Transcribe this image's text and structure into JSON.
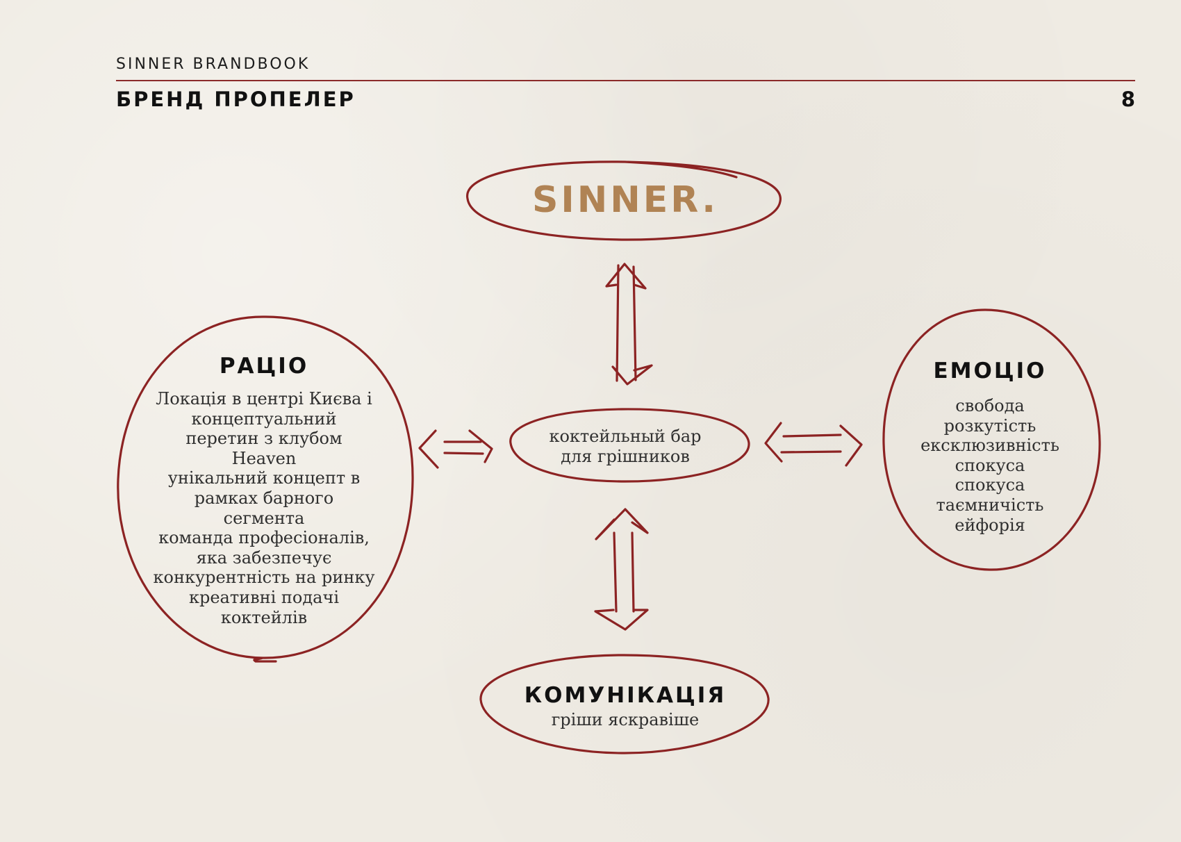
{
  "header": {
    "brand": "SINNER BRANDBOOK",
    "title": "БРЕНД ПРОПЕЛЕР",
    "page_number": "8"
  },
  "diagram": {
    "brand": {
      "name": "SINNER."
    },
    "center": {
      "lines": [
        "коктейльный бар",
        "для грішников"
      ]
    },
    "ratio": {
      "title": "РАЦІО",
      "lines": [
        "Локація в центрі Києва і",
        "концептуальний",
        "перетин з клубом",
        "Heaven",
        "унікальний концепт в",
        "рамках барного",
        "сегмента",
        "команда професіоналів,",
        "яка забезпечує",
        "конкурентність на ринку",
        "креативні подачі",
        "коктейлів"
      ]
    },
    "emotion": {
      "title": "ЕМОЦІО",
      "lines": [
        "свобода",
        "розкутість",
        "ексклюзивність",
        "спокуса",
        "спокуса",
        "таємничість",
        "ейфорія"
      ]
    },
    "communication": {
      "title": "КОМУНІКАЦІЯ",
      "subtitle": "гріши яскравіше"
    }
  },
  "colors": {
    "ink": "#8c2323",
    "brand": "#b08354",
    "text": "#2f2f2f",
    "background": "#efebe3"
  }
}
